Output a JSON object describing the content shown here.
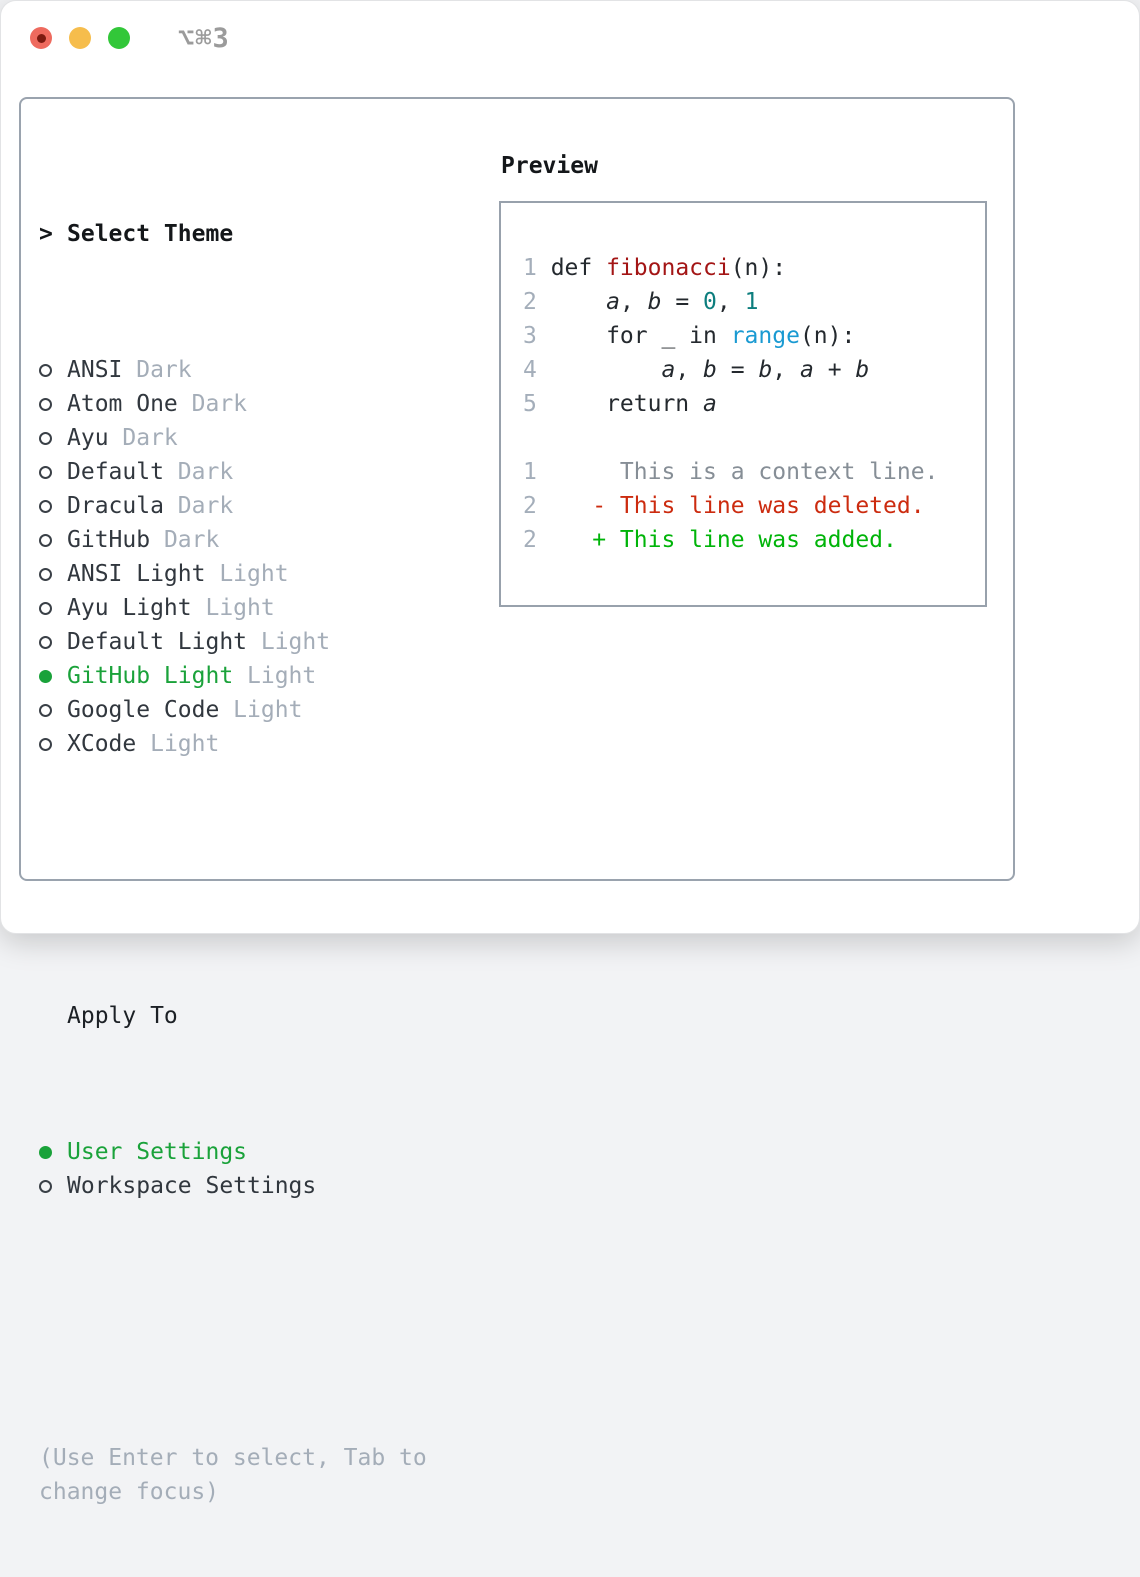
{
  "window": {
    "title": "⌥⌘3"
  },
  "colors": {
    "tl_red": "#ee6a5e",
    "tl_red_dot": "#7c1a10",
    "tl_yellow": "#f6bd4c",
    "tl_green": "#32c739",
    "title_gray": "#9b9b9b",
    "panel_border": "#9aa3ae",
    "box_border": "#98a1ac",
    "accent_green": "#1aa23a",
    "muted": "#a4adb8",
    "line_num": "#a4aeba",
    "tok_func": "#a31515",
    "tok_num": "#0d7e7e",
    "tok_builtin": "#1a9ad2",
    "tok_context": "#868e96",
    "tok_deleted": "#cc2b0f",
    "tok_added": "#00b409"
  },
  "theme_picker": {
    "prompt": ">",
    "title": "Select Theme",
    "items": [
      {
        "label": "ANSI",
        "tag": "Dark",
        "selected": false
      },
      {
        "label": "Atom One",
        "tag": "Dark",
        "selected": false
      },
      {
        "label": "Ayu",
        "tag": "Dark",
        "selected": false
      },
      {
        "label": "Default",
        "tag": "Dark",
        "selected": false
      },
      {
        "label": "Dracula",
        "tag": "Dark",
        "selected": false
      },
      {
        "label": "GitHub",
        "tag": "Dark",
        "selected": false
      },
      {
        "label": "ANSI Light",
        "tag": "Light",
        "selected": false
      },
      {
        "label": "Ayu Light",
        "tag": "Light",
        "selected": false
      },
      {
        "label": "Default Light",
        "tag": "Light",
        "selected": false
      },
      {
        "label": "GitHub Light",
        "tag": "Light",
        "selected": true
      },
      {
        "label": "Google Code",
        "tag": "Light",
        "selected": false
      },
      {
        "label": "XCode",
        "tag": "Light",
        "selected": false
      }
    ]
  },
  "apply_to": {
    "title": "Apply To",
    "options": [
      {
        "label": "User Settings",
        "selected": true
      },
      {
        "label": "Workspace Settings",
        "selected": false
      }
    ]
  },
  "hint": {
    "text": "(Use Enter to select, Tab to\nchange focus)"
  },
  "preview": {
    "title": "Preview",
    "lines": [
      {
        "n": "1",
        "tokens": [
          [
            "def ",
            "k"
          ],
          [
            "fibonacci",
            "fn"
          ],
          [
            "(n):",
            "p"
          ]
        ]
      },
      {
        "n": "2",
        "tokens": [
          [
            "    ",
            "p"
          ],
          [
            "a",
            "v"
          ],
          [
            ", ",
            "p"
          ],
          [
            "b",
            "v"
          ],
          [
            " = ",
            "p"
          ],
          [
            "0",
            "n"
          ],
          [
            ", ",
            "p"
          ],
          [
            "1",
            "n"
          ]
        ]
      },
      {
        "n": "3",
        "tokens": [
          [
            "    for _ in ",
            "p"
          ],
          [
            "range",
            "b"
          ],
          [
            "(n):",
            "p"
          ]
        ]
      },
      {
        "n": "4",
        "tokens": [
          [
            "        ",
            "p"
          ],
          [
            "a",
            "v"
          ],
          [
            ", ",
            "p"
          ],
          [
            "b",
            "v"
          ],
          [
            " = ",
            "p"
          ],
          [
            "b",
            "v"
          ],
          [
            ", ",
            "p"
          ],
          [
            "a",
            "v"
          ],
          [
            " + ",
            "p"
          ],
          [
            "b",
            "v"
          ]
        ]
      },
      {
        "n": "5",
        "tokens": [
          [
            "    return ",
            "p"
          ],
          [
            "a",
            "v"
          ]
        ]
      },
      {
        "n": "",
        "tokens": []
      },
      {
        "n": "1",
        "tokens": [
          [
            "     This is a context line.",
            "c"
          ]
        ]
      },
      {
        "n": "2",
        "tokens": [
          [
            "   - This line was deleted.",
            "d"
          ]
        ]
      },
      {
        "n": "2",
        "tokens": [
          [
            "   + This line was added.",
            "a"
          ]
        ]
      }
    ]
  }
}
